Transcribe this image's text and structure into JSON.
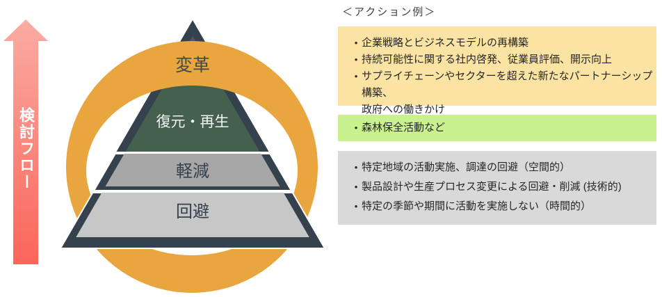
{
  "flow_arrow": {
    "label": "検討フロー",
    "color_top": "#faaca3",
    "color_bottom": "#fb655a"
  },
  "pyramid": {
    "border_color": "#35414c",
    "ring_color": "#e9a63e",
    "levels": [
      {
        "label": "変革",
        "text_color": "#3d4b55"
      },
      {
        "label": "復元・再生",
        "fill": "#45604e",
        "text_color": "#f2f6f3"
      },
      {
        "label": "軽減",
        "fill": "#a7a7a7",
        "text_color": "#35414c"
      },
      {
        "label": "回避",
        "fill": "#c7c7c7",
        "text_color": "#35414c"
      }
    ]
  },
  "action_panel": {
    "title": "＜アクション例＞",
    "bullet": "•",
    "groups": [
      {
        "color": "#fbe3a3",
        "items": [
          "企業戦略とビジネスモデルの再構築",
          "持続可能性に関する社内啓発、従業員評価、開示向上",
          "サプライチェーンやセクターを超えた新たなパートナーシップ構築、\n政府への働きかけ"
        ]
      },
      {
        "color": "#c9f18f",
        "items": [
          "森林保全活動など"
        ]
      },
      {
        "color": "#d9d9d9",
        "items": [
          "特定地域の活動実施、調達の回避（空間的）",
          "製品設計や生産プロセス変更による回避・削減 (技術的)",
          "特定の季節や期間に活動を実施しない（時間的）"
        ]
      }
    ]
  }
}
